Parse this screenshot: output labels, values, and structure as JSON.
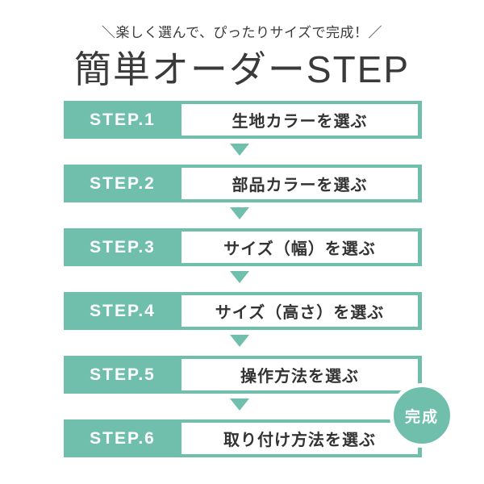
{
  "header": {
    "tagline": "＼楽しく選んで、ぴったりサイズで完成！／",
    "title": "簡単オーダーSTEP"
  },
  "steps": [
    {
      "label": "STEP.1",
      "description": "生地カラーを選ぶ"
    },
    {
      "label": "STEP.2",
      "description": "部品カラーを選ぶ"
    },
    {
      "label": "STEP.3",
      "description": "サイズ（幅）を選ぶ"
    },
    {
      "label": "STEP.4",
      "description": "サイズ（高さ）を選ぶ"
    },
    {
      "label": "STEP.5",
      "description": "操作方法を選ぶ"
    },
    {
      "label": "STEP.6",
      "description": "取り付け方法を選ぶ"
    }
  ],
  "completion_badge": {
    "label": "完成"
  },
  "icons": {
    "between_steps": "down-arrow-icon"
  },
  "colors": {
    "accent_teal": "#6fbfac",
    "text_dark": "#333333",
    "step_label_text": "#ffffff",
    "background": "#ffffff"
  }
}
